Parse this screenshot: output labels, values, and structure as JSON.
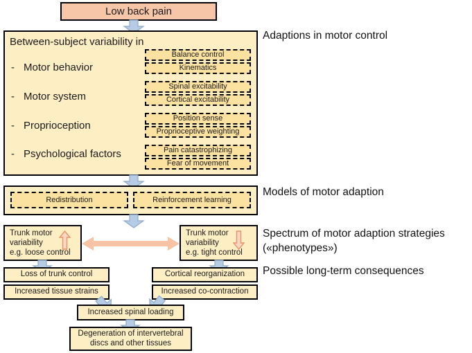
{
  "diagram": {
    "title_box": {
      "label": "Low back pain"
    },
    "main_panel": {
      "header": "Between-subject variability in",
      "bullets": [
        {
          "dash": "-",
          "label": "Motor behavior"
        },
        {
          "dash": "-",
          "label": "Motor system"
        },
        {
          "dash": "-",
          "label": "Proprioception"
        },
        {
          "dash": "-",
          "label": "Psychological factors"
        }
      ],
      "dashed_items": [
        {
          "label": "Balance control"
        },
        {
          "label": "Kinematics"
        },
        {
          "label": "Spinal excitability"
        },
        {
          "label": "Cortical excitability"
        },
        {
          "label": "Position sense"
        },
        {
          "label": "Proprioceptive weighting"
        },
        {
          "label": "Pain catastrophizing"
        },
        {
          "label": "Fear of movement"
        }
      ]
    },
    "models_panel": {
      "items": [
        {
          "label": "Redistribution"
        },
        {
          "label": "Reinforcement learning"
        }
      ]
    },
    "spectrum": {
      "left": {
        "line1": "Trunk motor",
        "line2": "variability",
        "line3": "e.g. loose control",
        "arrow": "arrow-up-icon"
      },
      "right": {
        "line1": "Trunk motor",
        "line2": "variability",
        "line3": "e.g. tight control",
        "arrow": "arrow-down-icon"
      },
      "connector": "double-headed-horizontal-arrow-icon"
    },
    "consequences": {
      "left": [
        {
          "label": "Loss of trunk control"
        },
        {
          "label": "Increased tissue strains"
        }
      ],
      "right": [
        {
          "label": "Cortical reorganization"
        },
        {
          "label": "Increased co-contraction"
        }
      ],
      "merge": {
        "label": "Increased spinal loading"
      },
      "final": {
        "line1": "Degeneration of intervertebral",
        "line2": "discs and other tissues"
      }
    },
    "side_labels": [
      {
        "text": "Adaptions in motor control"
      },
      {
        "text": "Models of motor adaption"
      },
      {
        "text": "Spectrum of motor adaption strategies"
      },
      {
        "text": "(«phenotypes»)"
      },
      {
        "text": "Possible long-term consequences"
      }
    ],
    "colors": {
      "box_fill": "#fdeec4",
      "dashed_fill": "#fce2a0",
      "peach_fill": "#f7c6a8",
      "arrow_blue_fill": "#b6cbe4",
      "arrow_blue_stroke": "#8fa9c9",
      "arrow_peach_fill": "#f6c3a5",
      "border": "#000000"
    }
  }
}
